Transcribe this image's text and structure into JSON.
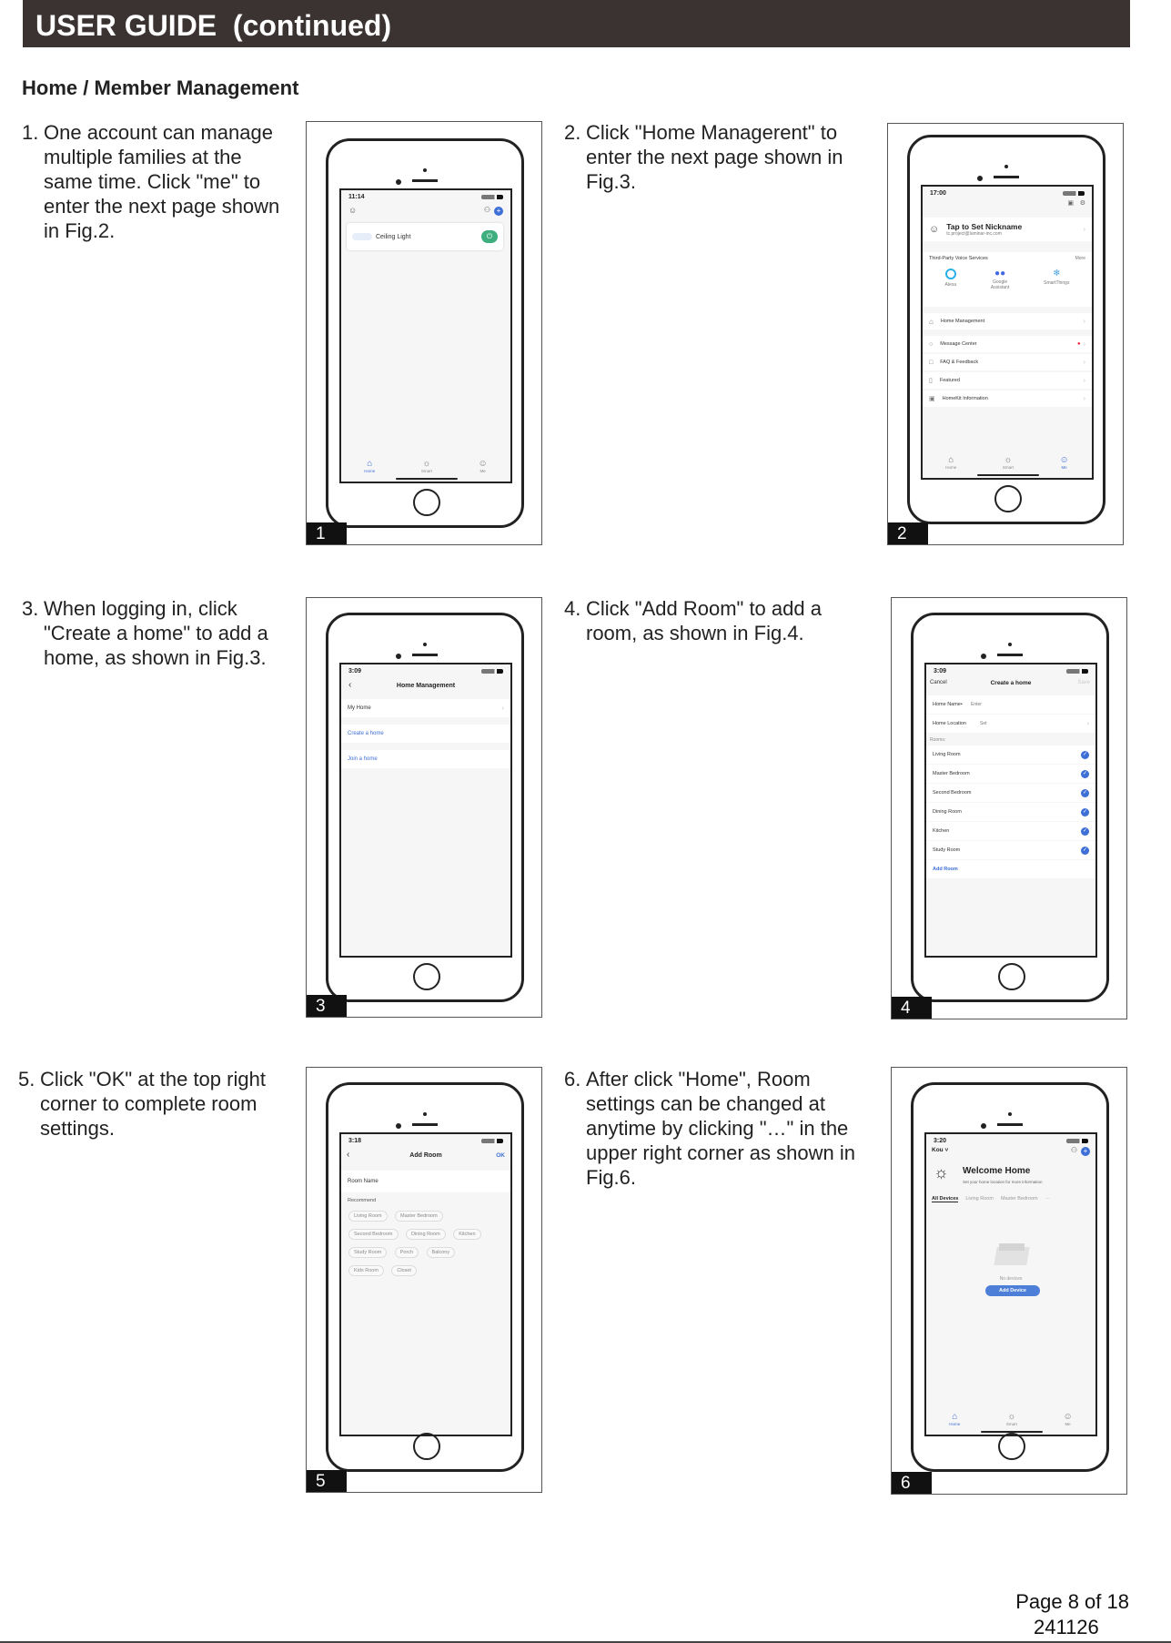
{
  "header": {
    "title": "USER GUIDE  (continued)"
  },
  "section": {
    "title": "Home / Member Management"
  },
  "steps": [
    {
      "num": "1.",
      "text": "One account can manage multiple families at the same time. Click \"me\" to enter the next page shown in Fig.2."
    },
    {
      "num": "2.",
      "text": "Click \"Home Managerent\" to enter the next page shown in Fig.3."
    },
    {
      "num": "3.",
      "text": "When logging in, click \"Create a home\" to add a home, as shown in Fig.3."
    },
    {
      "num": "4.",
      "text": "Click \"Add Room\" to add a room, as shown in Fig.4."
    },
    {
      "num": "5.",
      "text": "Click \"OK\" at the top right corner to complete room settings."
    },
    {
      "num": "6.",
      "text": "After click \"Home\", Room settings can be changed at anytime by clicking \"…\" in the upper right corner as shown in Fig.6."
    }
  ],
  "figures": {
    "fig1": {
      "label": "1",
      "time": "11:14",
      "device": "Ceiling Light",
      "tabs": [
        "Home",
        "Smart",
        "Me"
      ]
    },
    "fig2": {
      "label": "2",
      "time": "17:00",
      "nickname": "Tap to Set Nickname",
      "email": "tc.project@luminar-inc.com",
      "voice_title": "Third-Party Voice Services",
      "voice_more": "More",
      "voice_items": [
        "Alexa",
        "Google Assistant",
        "SmartThings"
      ],
      "menu": [
        "Home Management",
        "Message Center",
        "FAQ & Feedback",
        "Featured",
        "HomeKit Information"
      ],
      "tabs": [
        "Home",
        "Smart",
        "Me"
      ]
    },
    "fig3": {
      "label": "3",
      "time": "3:09",
      "title": "Home Management",
      "my_home": "My Home",
      "create": "Create a home",
      "join": "Join a home"
    },
    "fig4": {
      "label": "4",
      "time": "3:09",
      "cancel": "Cancel",
      "title": "Create a home",
      "save": "Save",
      "home_name_label": "Home Name•",
      "home_name_placeholder": "Enter",
      "home_location_label": "Home Location",
      "home_location_value": "Set",
      "rooms_label": "Rooms:",
      "rooms": [
        "Living Room",
        "Master Bedroom",
        "Second Bedroom",
        "Dining Room",
        "Kitchen",
        "Study Room"
      ],
      "add_room": "Add Room"
    },
    "fig5": {
      "label": "5",
      "time": "3:18",
      "title": "Add Room",
      "ok": "OK",
      "room_name": "Room Name",
      "recommend": "Recommend",
      "chips": [
        [
          "Living Room",
          "Master Bedroom"
        ],
        [
          "Second Bedroom",
          "Dining Room",
          "Kitchen"
        ],
        [
          "Study Room",
          "Porch",
          "Balcony"
        ],
        [
          "Kids Room",
          "Closet"
        ]
      ]
    },
    "fig6": {
      "label": "6",
      "time": "3:20",
      "user": "Kou",
      "welcome": "Welcome Home",
      "welcome_sub": "Set your home location for more information",
      "tabs_top": [
        "All Devices",
        "Living Room",
        "Master Bedroom",
        "···"
      ],
      "no_devices": "No devices",
      "add_device": "Add Device",
      "tabs": [
        "Home",
        "Smart",
        "Me"
      ]
    }
  },
  "footer": {
    "page": "Page 8 of 18",
    "code": "241126"
  }
}
